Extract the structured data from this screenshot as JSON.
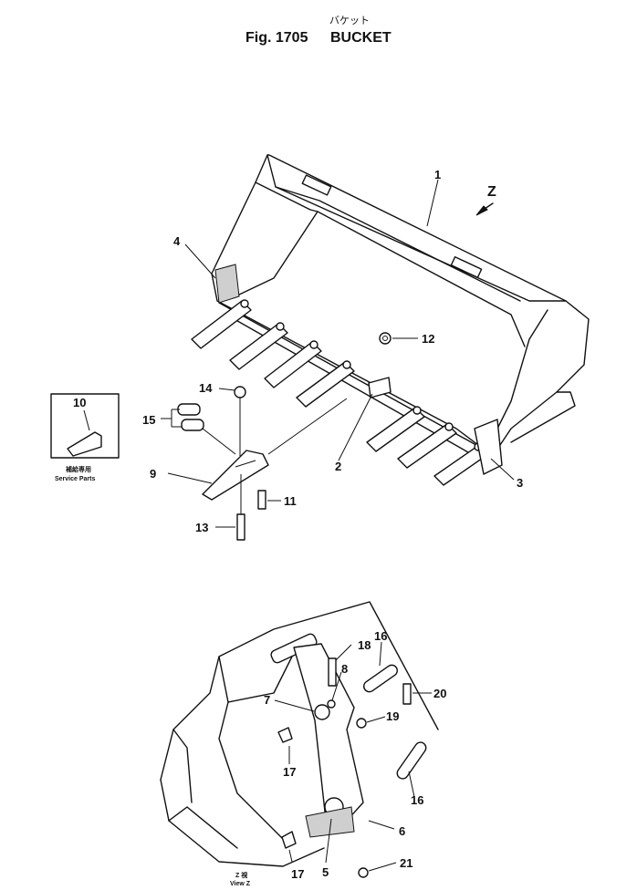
{
  "header": {
    "fig_label": "Fig. 1705",
    "title_en": "BUCKET",
    "title_jp": "バケット"
  },
  "service_box": {
    "callout": "10",
    "caption_jp": "補給専用",
    "caption_en": "Service Parts"
  },
  "view": {
    "label_jp": "Z 視",
    "label_en": "View Z",
    "arrow_letter": "Z"
  },
  "callouts": {
    "c1": "1",
    "c2": "2",
    "c3": "3",
    "c4": "4",
    "c5": "5",
    "c6": "6",
    "c7": "7",
    "c8": "8",
    "c9": "9",
    "c11": "11",
    "c12": "12",
    "c13": "13",
    "c14": "14",
    "c15": "15",
    "c16a": "16",
    "c16b": "16",
    "c17a": "17",
    "c17b": "17",
    "c18": "18",
    "c19": "19",
    "c20": "20",
    "c21": "21"
  }
}
